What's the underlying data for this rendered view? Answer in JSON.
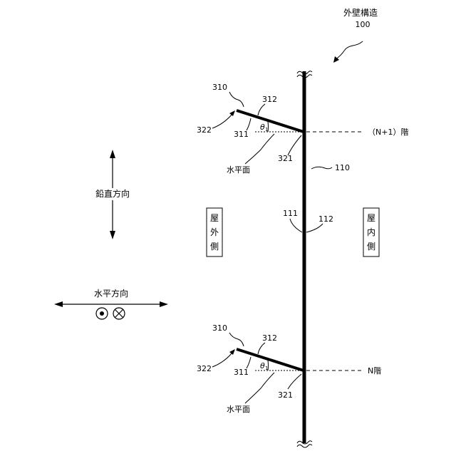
{
  "title": "外壁構造",
  "title_number": "100",
  "labels": {
    "wall": "110",
    "wall_outer_face": "111",
    "wall_inner_face": "112",
    "upper_floor": "（N+1）階",
    "lower_floor": "N階",
    "outdoor_side": [
      "屋",
      "外",
      "側"
    ],
    "indoor_side": [
      "屋",
      "内",
      "側"
    ],
    "vertical_direction": "鉛直方向",
    "horizontal_direction": "水平方向"
  },
  "member_upper": {
    "member": "310",
    "top_face": "312",
    "bottom_face": "311",
    "tip": "322",
    "base": "321",
    "angle_symbol": "θ",
    "angle_subscript": "1",
    "horizontal_plane": "水平面"
  },
  "member_lower": {
    "member": "310",
    "top_face": "312",
    "bottom_face": "311",
    "tip": "322",
    "base": "321",
    "angle_symbol": "θ",
    "angle_subscript": "1",
    "horizontal_plane": "水平面"
  }
}
